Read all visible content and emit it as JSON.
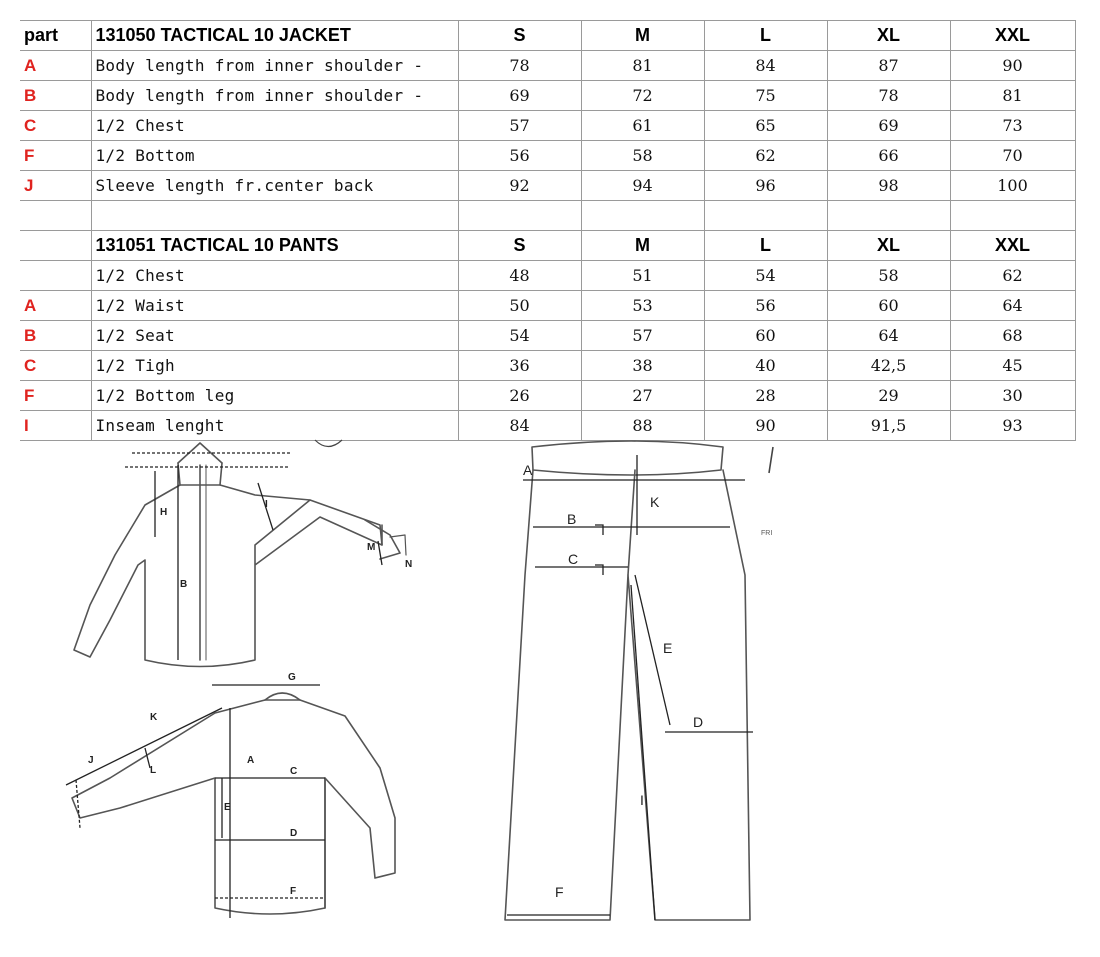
{
  "jacket": {
    "part_header": "part",
    "title": "131050 TACTICAL 10 JACKET",
    "sizes": [
      "S",
      "M",
      "L",
      "XL",
      "XXL"
    ],
    "rows": [
      {
        "part": "A",
        "desc": "Body length from inner shoulder -",
        "values": [
          "78",
          "81",
          "84",
          "87",
          "90"
        ]
      },
      {
        "part": "B",
        "desc": "Body length from inner shoulder -",
        "values": [
          "69",
          "72",
          "75",
          "78",
          "81"
        ]
      },
      {
        "part": "C",
        "desc": "1/2 Chest",
        "values": [
          "57",
          "61",
          "65",
          "69",
          "73"
        ]
      },
      {
        "part": "F",
        "desc": "1/2 Bottom",
        "values": [
          "56",
          "58",
          "62",
          "66",
          "70"
        ]
      },
      {
        "part": "J",
        "desc": "Sleeve length fr.center back",
        "values": [
          "92",
          "94",
          "96",
          "98",
          "100"
        ]
      }
    ]
  },
  "pants": {
    "title": "131051 TACTICAL 10 PANTS",
    "sizes": [
      "S",
      "M",
      "L",
      "XL",
      "XXL"
    ],
    "rows": [
      {
        "part": "",
        "desc": "1/2 Chest",
        "values": [
          "48",
          "51",
          "54",
          "58",
          "62"
        ]
      },
      {
        "part": "A",
        "desc": "1/2 Waist",
        "values": [
          "50",
          "53",
          "56",
          "60",
          "64"
        ]
      },
      {
        "part": "B",
        "desc": "1/2 Seat",
        "values": [
          "54",
          "57",
          "60",
          "64",
          "68"
        ]
      },
      {
        "part": "C",
        "desc": "1/2 Tigh",
        "values": [
          "36",
          "38",
          "40",
          "42,5",
          "45"
        ]
      },
      {
        "part": "F",
        "desc": "1/2 Bottom leg",
        "values": [
          "26",
          "27",
          "28",
          "29",
          "30"
        ]
      },
      {
        "part": "I",
        "desc": "Inseam lenght",
        "values": [
          "84",
          "88",
          "90",
          "91,5",
          "93"
        ]
      }
    ]
  },
  "diagrams": {
    "jacket_front_labels": {
      "H": "H",
      "I": "I",
      "B": "B",
      "M": "M",
      "N": "N"
    },
    "jacket_back_labels": {
      "G": "G",
      "K": "K",
      "J": "J",
      "L": "L",
      "A": "A",
      "C": "C",
      "E": "E",
      "D": "D",
      "F": "F"
    },
    "pants_labels": {
      "A": "A",
      "K": "K",
      "B": "B",
      "C": "C",
      "E": "E",
      "D": "D",
      "I": "I",
      "F": "F"
    },
    "fragment_text": "FRI"
  }
}
